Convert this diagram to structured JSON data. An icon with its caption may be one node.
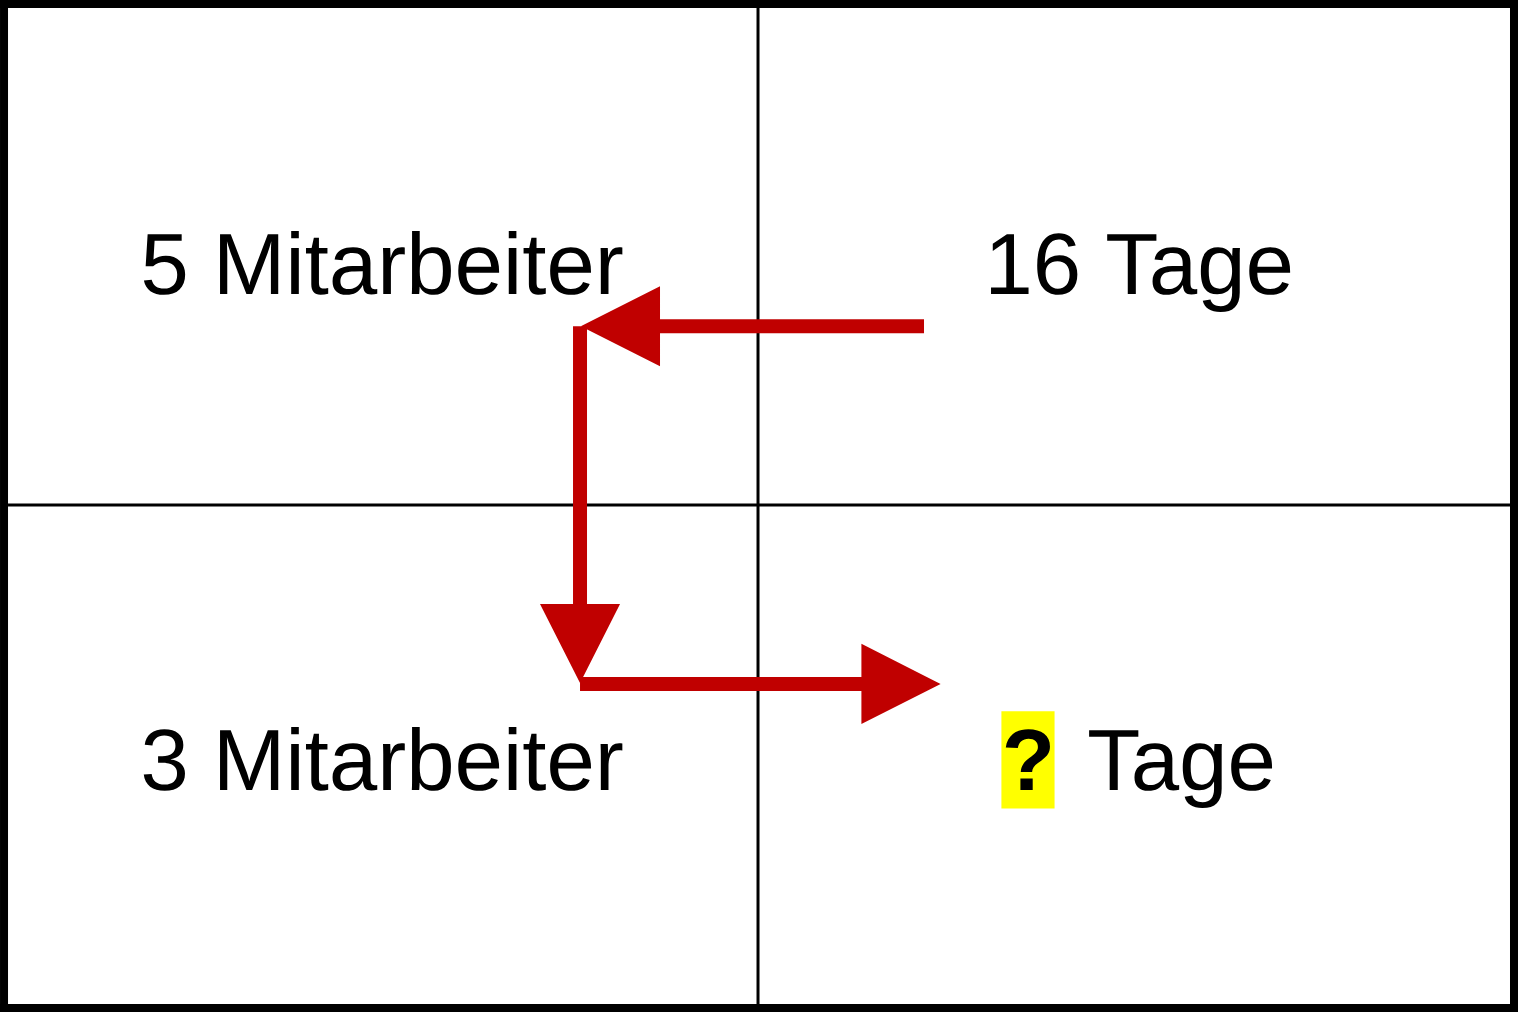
{
  "diagram": {
    "nodes": [
      {
        "text": [
          "5 Mitarbeiter"
        ]
      },
      {
        "text": [
          "16 Tage"
        ]
      },
      {
        "text": [
          "3 Mitarbeiter"
        ]
      },
      {
        "text": [
          "**?** Tage"
        ]
      }
    ],
    "edges": [
      {
        "from": 1,
        "to": 0,
        "arrow": "to"
      },
      {
        "from": 0,
        "to": 2,
        "arrow": "to"
      },
      {
        "from": 2,
        "to": 3,
        "arrow": "to"
      }
    ]
  }
}
